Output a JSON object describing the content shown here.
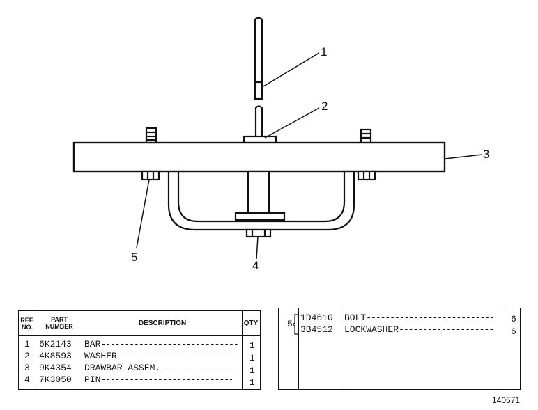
{
  "callouts": [
    "1",
    "2",
    "3",
    "4",
    "5"
  ],
  "table_left": {
    "headers": {
      "ref": "REF. NO.",
      "part": "PART NUMBER",
      "desc": "DESCRIPTION",
      "qty": "QTY"
    },
    "rows": [
      {
        "ref": "1",
        "part": "6K2143",
        "desc": "BAR",
        "qty": "1"
      },
      {
        "ref": "2",
        "part": "4K8593",
        "desc": "WASHER",
        "qty": "1"
      },
      {
        "ref": "3",
        "part": "9K4354",
        "desc": "DRAWBAR ASSEM.",
        "qty": "1"
      },
      {
        "ref": "4",
        "part": "7K3050",
        "desc": "PIN",
        "qty": "1"
      }
    ]
  },
  "table_right": {
    "group_ref": "5",
    "rows": [
      {
        "part": "1D4610",
        "desc": "BOLT",
        "qty": "6"
      },
      {
        "part": "3B4512",
        "desc": "LOCKWASHER",
        "qty": "6"
      }
    ]
  },
  "figure_number": "140571"
}
